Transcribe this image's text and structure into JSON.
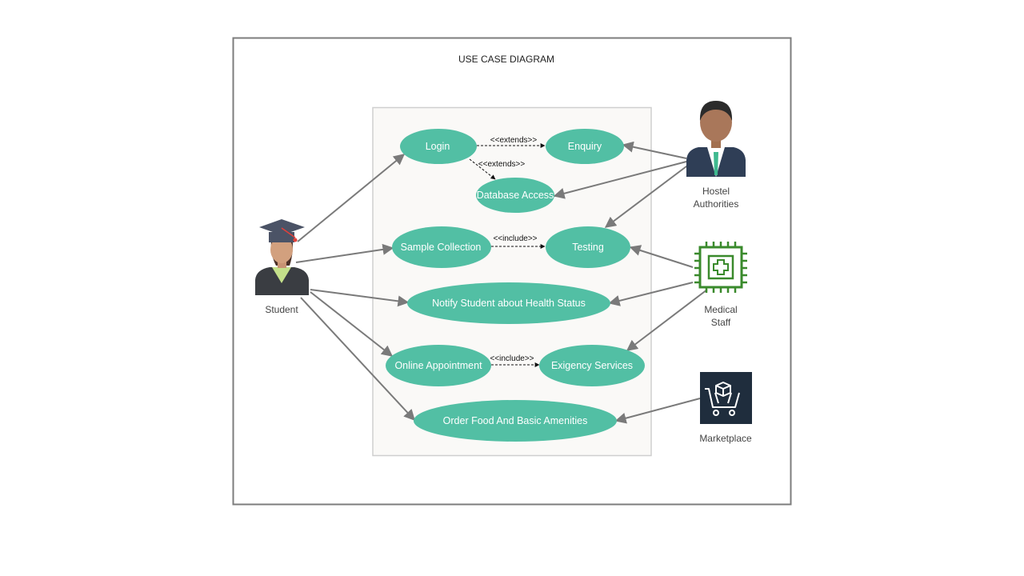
{
  "title": "USE CASE DIAGRAM",
  "colors": {
    "use_case_fill": "#52bfa4",
    "system_boundary_fill": "#faf9f7",
    "arrow": "#7a7a7a",
    "medical_icon": "#3a8a2c",
    "marketplace_icon_bg": "#1f2d3d"
  },
  "actors": {
    "student": {
      "label": "Student",
      "icon": "graduate-student-icon"
    },
    "hostel": {
      "label_line1": "Hostel",
      "label_line2": "Authorities",
      "icon": "businessman-icon"
    },
    "medical": {
      "label_line1": "Medical",
      "label_line2": "Staff",
      "icon": "medical-chip-icon"
    },
    "marketplace": {
      "label": "Marketplace",
      "icon": "shopping-cart-icon"
    }
  },
  "use_cases": {
    "login": "Login",
    "enquiry": "Enquiry",
    "database_access": "Database Access",
    "sample_collection": "Sample Collection",
    "testing": "Testing",
    "notify_student": "Notify Student about Health Status",
    "online_appointment": "Online Appointment",
    "exigency_services": "Exigency Services",
    "order_food": "Order Food And Basic Amenities"
  },
  "relations": {
    "login_enquiry": "<<extends>>",
    "login_database": "<<extends>>",
    "sample_testing": "<<include>>",
    "appointment_exigency": "<<include>>"
  }
}
